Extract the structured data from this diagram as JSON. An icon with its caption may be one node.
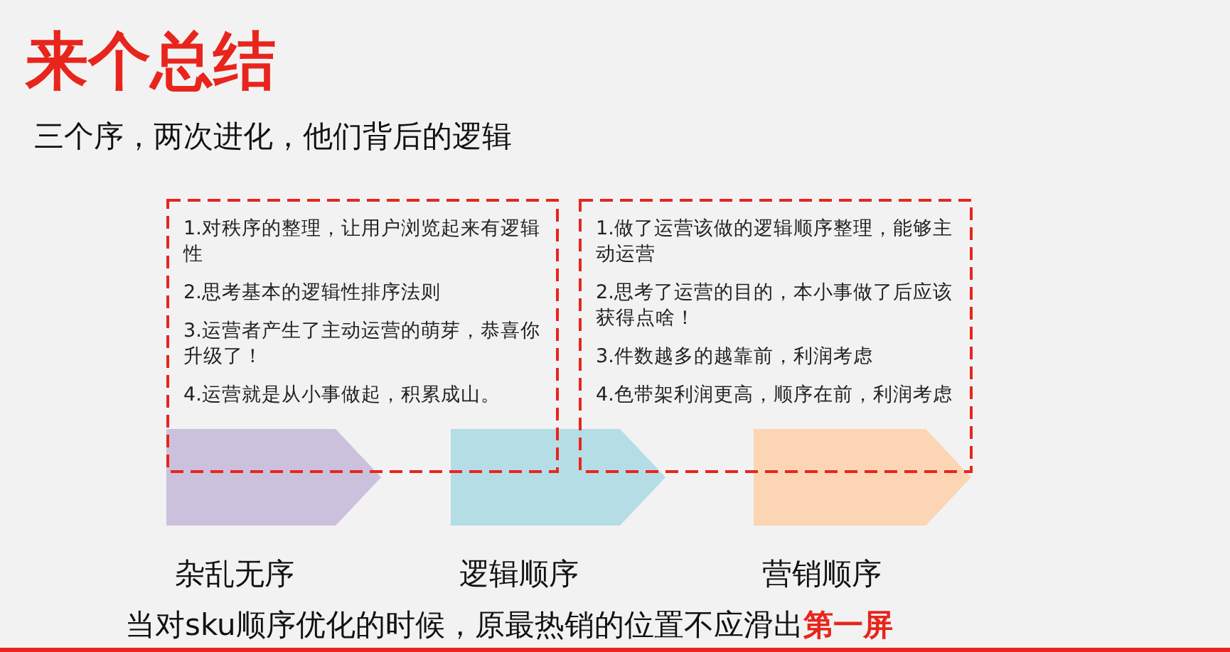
{
  "diagram": {
    "title": "来个总结",
    "caption": "当对sku顺序优化的时候，原最热销的位置不应滑出**第一屏**",
    "nodes": [
      {
        "text": [
          "1.对秩序的整理，让用户浏览起来有逻辑性",
          "2.思考基本的逻辑性排序法则",
          "3.运营者产生了主动运营的萌芽，恭喜你升级了！",
          "4.运营就是从小事做起，积累成山。"
        ]
      },
      {
        "text": [
          "1.做了运营该做的逻辑顺序整理，能够主动运营",
          "2.思考了运营的目的，本小事做了后应该获得点啥！",
          "3.件数越多的越靠前，利润考虑",
          "4.色带架利润更高，顺序在前，利润考虑"
        ]
      },
      {
        "text": [],
        "shape": "chevron",
        "beside": [
          "杂乱无序"
        ]
      },
      {
        "text": [],
        "shape": "chevron",
        "beside": [
          "逻辑顺序"
        ]
      },
      {
        "text": [],
        "shape": "chevron",
        "beside": [
          "营销顺序"
        ]
      }
    ],
    "edges": [],
    "labels": [
      "三个序，两次进化，他们背后的逻辑"
    ]
  }
}
